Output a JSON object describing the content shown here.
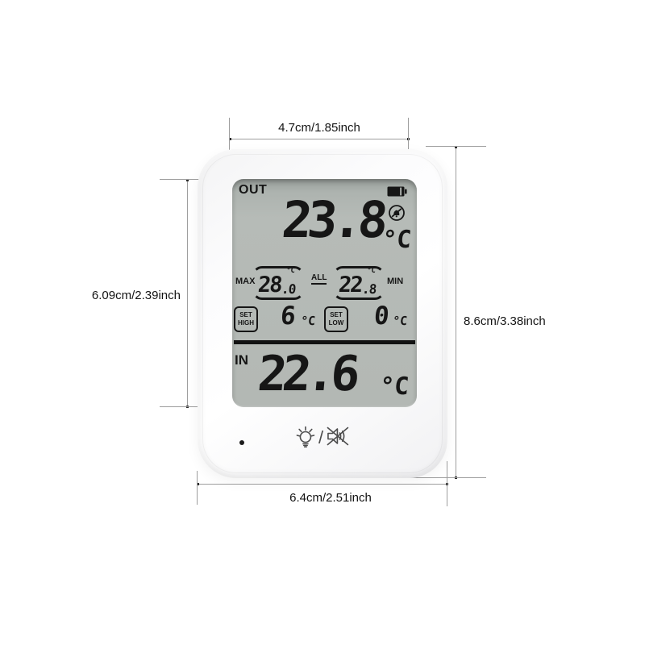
{
  "dimensions": {
    "top_label": "4.7cm/1.85inch",
    "left_label": "6.09cm/2.39inch",
    "right_label": "8.6cm/3.38inch",
    "bottom_label": "6.4cm/2.51inch"
  },
  "lcd": {
    "out_label": "OUT",
    "out_temp": "23.8",
    "out_unit": "°C",
    "max_label": "MAX",
    "max_value": "28",
    "max_fraction": ".0",
    "max_unit": "°C",
    "all_label": "ALL",
    "min_value": "22",
    "min_fraction": ".8",
    "min_unit": "°C",
    "min_label": "MIN",
    "set_high_line1": "SET",
    "set_high_line2": "HIGH",
    "set_high_value": "6",
    "set_high_unit": "°C",
    "set_low_line1": "SET",
    "set_low_line2": "LOW",
    "set_low_value": "0",
    "set_low_unit": "°C",
    "in_label": "IN",
    "in_temp": "22.6",
    "in_unit": "°C"
  },
  "body": {
    "icon_separator": "/"
  },
  "icons": {
    "battery": "battery-icon",
    "alarm_off": "alarm-off-icon",
    "backlight": "light-bulb-icon",
    "mute": "mute-speaker-icon"
  },
  "colors": {
    "lcd_background": "#b4b9b5",
    "digit": "#161616",
    "dimension_line": "#9e9e9e",
    "annotation_text": "#141414",
    "device_body": "#fcfcfd"
  }
}
